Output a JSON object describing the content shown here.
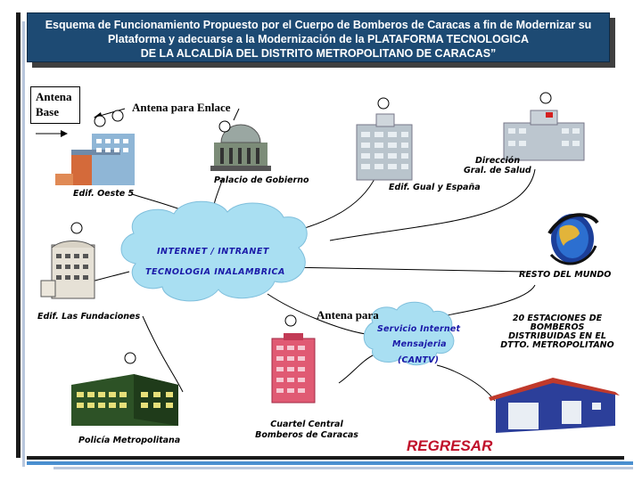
{
  "header": {
    "line1": "Esquema de Funcionamiento Propuesto por el Cuerpo de Bomberos de Caracas a fin de Modernizar su",
    "line2": "Plataforma y adecuarse a la Modernización de la PLATAFORMA TECNOLOGICA",
    "line3": "DE LA ALCALDÍA DEL DISTRITO METROPOLITANO DE CARACAS”"
  },
  "labels": {
    "antena_base_1": "Antena",
    "antena_base_2": "Base",
    "antena_enlace": "Antena para Enlace",
    "antena_para": "Antena para",
    "edif_oeste": "Edif. Oeste 5",
    "palacio": "Palacio de Gobierno",
    "edif_gual": "Edif. Gual y España",
    "direccion_1": "Dirección",
    "direccion_2": "Gral. de Salud",
    "resto_mundo": "RESTO DEL MUNDO",
    "fundaciones": "Edif. Las Fundaciones",
    "estaciones_1": "20 ESTACIONES DE",
    "estaciones_2": "BOMBEROS",
    "estaciones_3": "DISTRIBUIDAS EN EL",
    "estaciones_4": "DTTO. METROPOLITANO",
    "policia": "Policía Metropolitana",
    "cuartel_1": "Cuartel Central",
    "cuartel_2": "Bomberos de Caracas"
  },
  "cloud_main": {
    "line1": "INTERNET / INTRANET",
    "line2": "TECNOLOGIA INALAMBRICA"
  },
  "cloud_cantv": {
    "line1": "Servicio Internet",
    "line2": "Mensajeria",
    "line3": "(CANTV)"
  },
  "nav": {
    "regresar": "REGRESAR"
  },
  "colors": {
    "header_bg": "#1d4a73",
    "cloud": "#a9dff2",
    "cloud_text": "#1a1aa8",
    "regresar": "#c0102a",
    "accent_bar": "#4a8fd0"
  }
}
